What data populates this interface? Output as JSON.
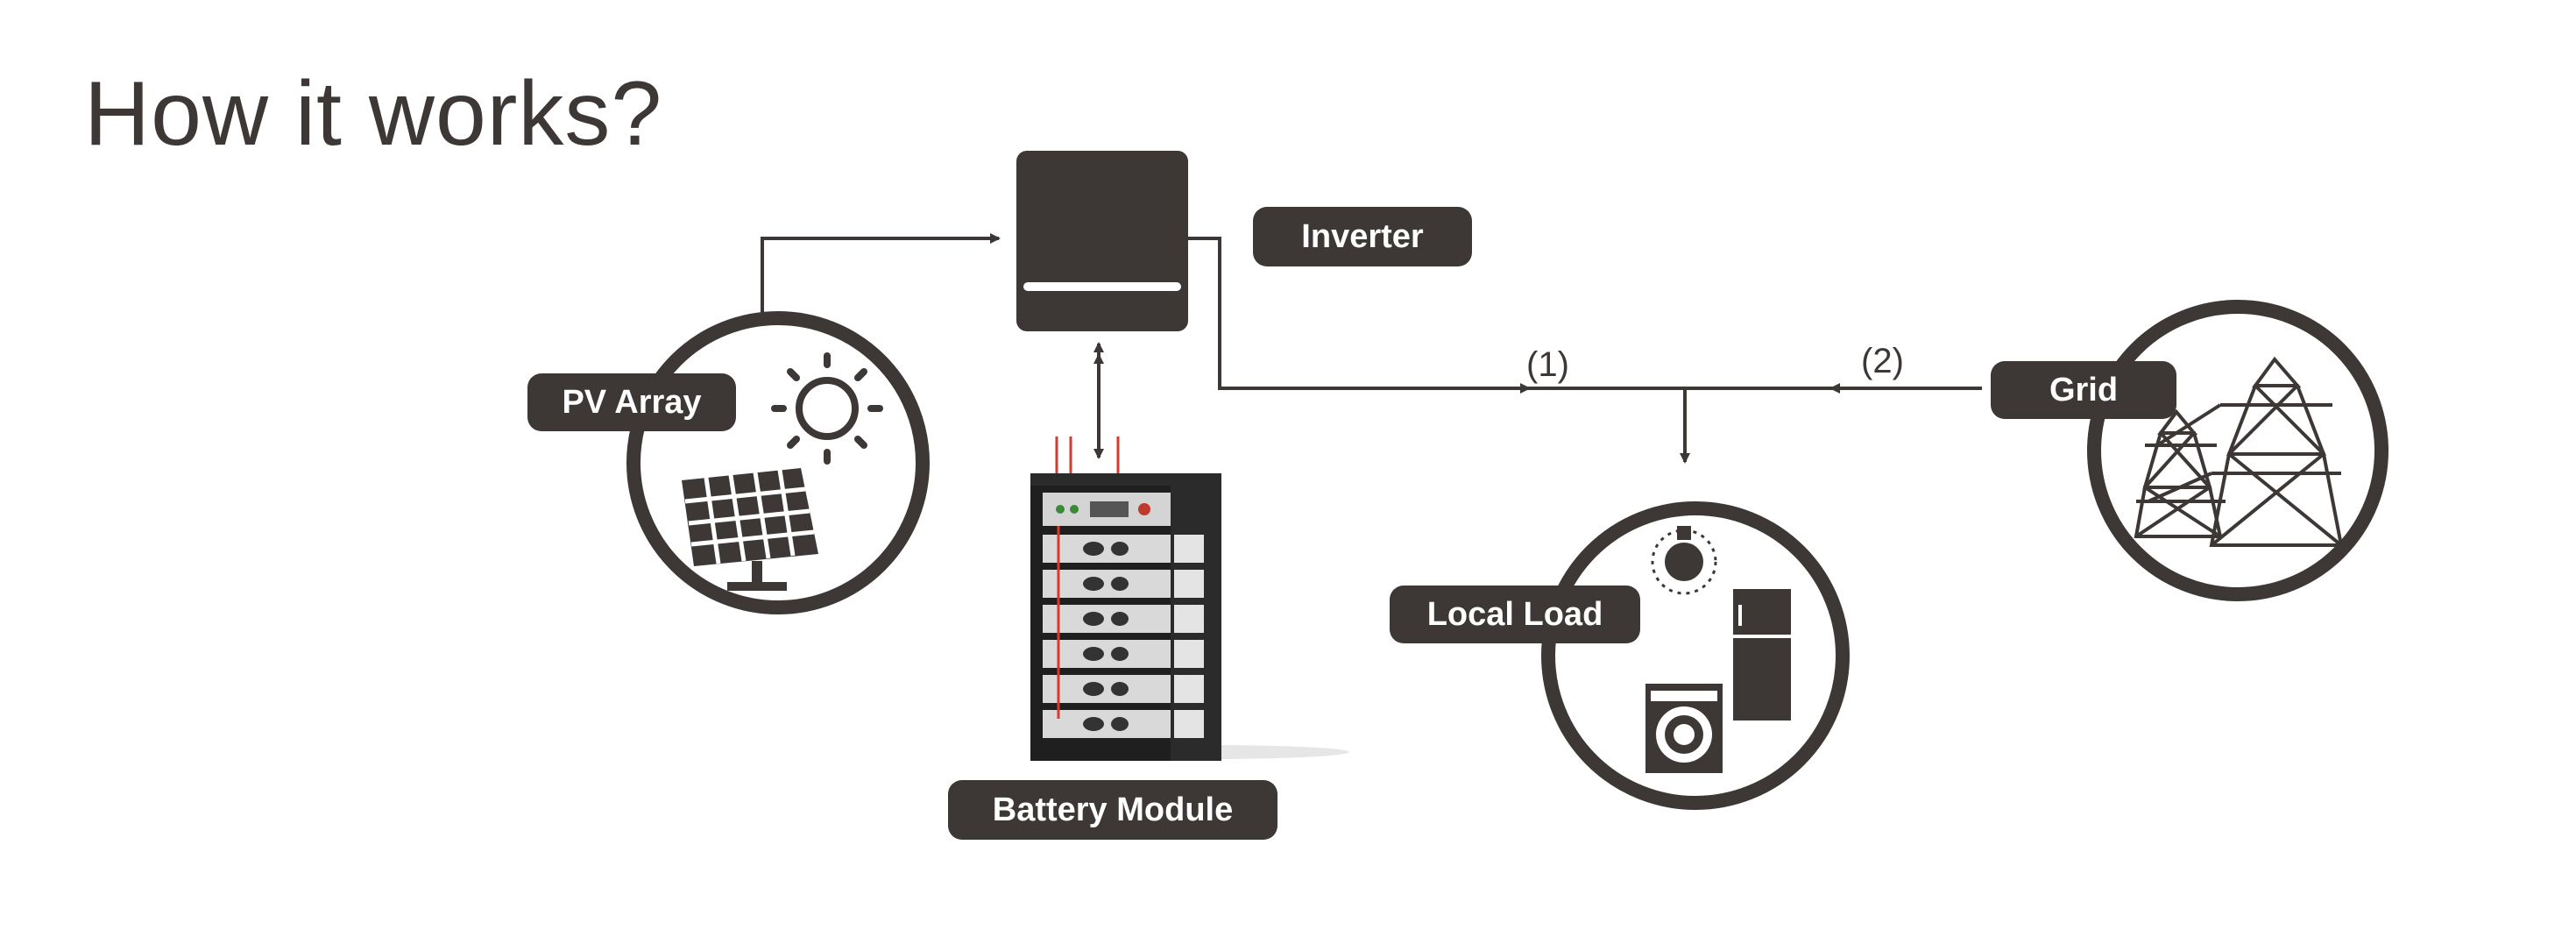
{
  "title": "How it works?",
  "labels": {
    "inverter": "Inverter",
    "pv_array": "PV Array",
    "battery_module": "Battery Module",
    "local_load": "Local Load",
    "grid": "Grid"
  },
  "flows": {
    "flow_1": "(1)",
    "flow_2": "(2)"
  },
  "colors": {
    "dark": "#3d3735",
    "background": "#ffffff",
    "wire": "#3d3735",
    "battery_rack": "#1f1f1f",
    "battery_module": "#d9d9d9",
    "cable_red": "#d83a2e"
  }
}
